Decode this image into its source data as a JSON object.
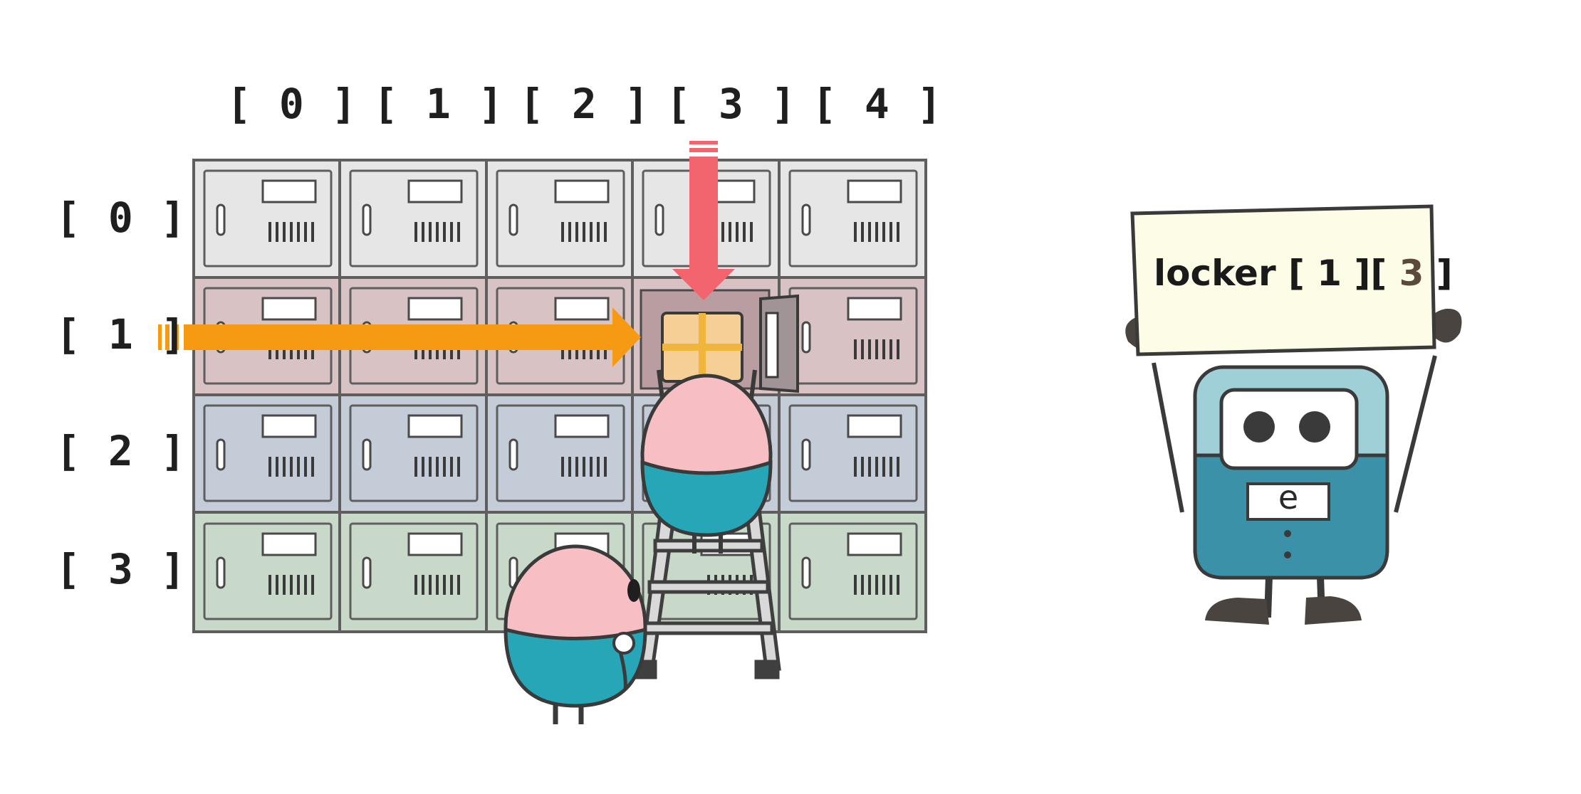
{
  "column_labels": [
    "[ 0 ]",
    "[ 1 ]",
    "[ 2 ]",
    "[ 3 ]",
    "[ 4 ]"
  ],
  "row_labels": [
    "[ 0 ]",
    "[ 1 ]",
    "[ 2 ]",
    "[ 3 ]"
  ],
  "sign": {
    "prefix": "locker [ 1 ][ ",
    "index": "3",
    "suffix": " ]"
  },
  "robot_badge": "e",
  "colors": {
    "row_0": "#e6e6e6",
    "row_1": "#d8c2c4",
    "row_2": "#c4ccd8",
    "row_3": "#c8d8c9",
    "orange_arrow": "#f59a12",
    "red_arrow": "#f2656e",
    "character_pink": "#f7bfc4",
    "character_teal": "#26a6b7",
    "robot_light": "#9fcfd7",
    "robot_dark": "#3b91a8",
    "sign_fill": "#fdfce6"
  }
}
